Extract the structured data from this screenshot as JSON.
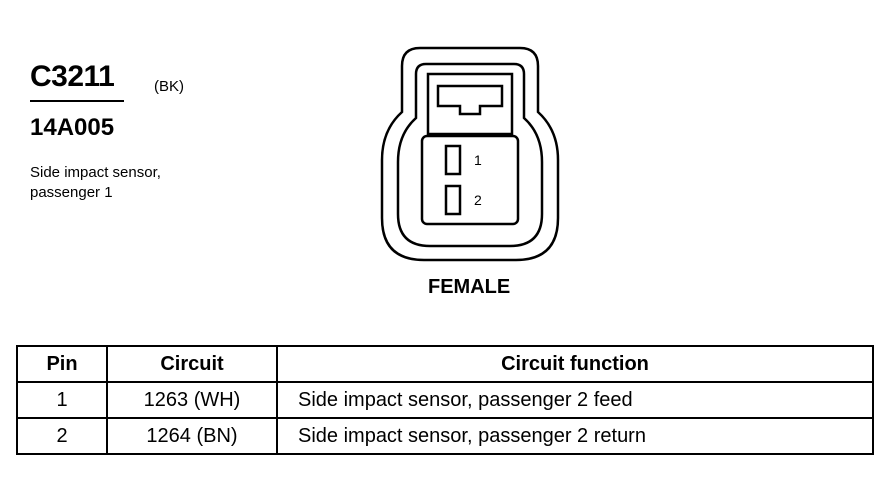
{
  "connector": {
    "id": "C3211",
    "color_code": "(BK)",
    "part_number": "14A005",
    "description_lines": [
      "Side impact sensor,",
      "passenger 1"
    ]
  },
  "drawing": {
    "pin_labels": [
      "1",
      "2"
    ],
    "gender": "FEMALE"
  },
  "table": {
    "headers": [
      "Pin",
      "Circuit",
      "Circuit function"
    ],
    "rows": [
      {
        "pin": "1",
        "circuit": "1263 (WH)",
        "function": "Side impact sensor, passenger 2 feed"
      },
      {
        "pin": "2",
        "circuit": "1264 (BN)",
        "function": "Side impact sensor, passenger 2 return"
      }
    ]
  }
}
